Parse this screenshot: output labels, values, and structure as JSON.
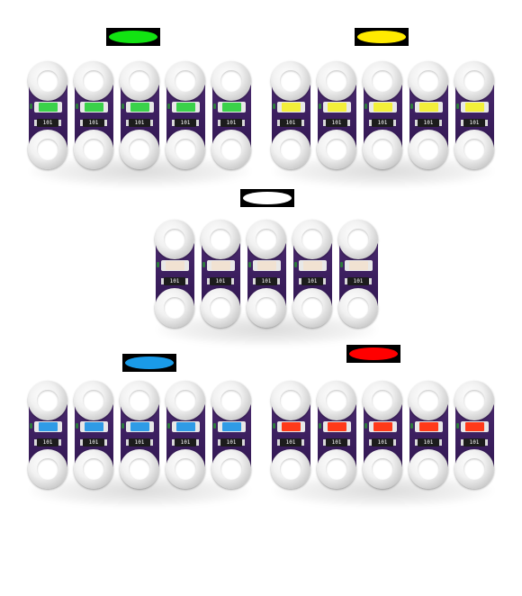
{
  "resistor_code": "101",
  "groups": [
    {
      "led_color": "green",
      "swatch_color": "#12e312",
      "lens_color": "#3ad14a",
      "board_count": 5
    },
    {
      "led_color": "yellow",
      "swatch_color": "#ffea00",
      "lens_color": "#f3ef3a",
      "board_count": 5
    },
    {
      "led_color": "white",
      "swatch_color": "#ffffff",
      "lens_color": "#f1e2d2",
      "board_count": 5
    },
    {
      "led_color": "blue",
      "swatch_color": "#1a9be8",
      "lens_color": "#2f9be6",
      "board_count": 5
    },
    {
      "led_color": "red",
      "swatch_color": "#ff0000",
      "lens_color": "#ff3a1a",
      "board_count": 5
    }
  ]
}
